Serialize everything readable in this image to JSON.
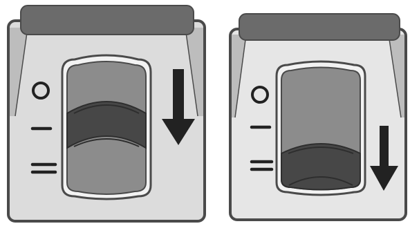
{
  "panels": [
    {
      "id": "left",
      "setting_marks": [
        "circle",
        "single-dash",
        "double-dash"
      ],
      "slider_state": "middle",
      "arrow_direction": "down"
    },
    {
      "id": "right",
      "setting_marks": [
        "circle",
        "single-dash",
        "double-dash"
      ],
      "slider_state": "bottom",
      "arrow_direction": "down"
    }
  ],
  "colors": {
    "outline": "#4a4a4a",
    "housing_fill": "#dcdcdc",
    "panel_fill": "#e6e6e6",
    "bezel_dark": "#6e6e6e",
    "window_fill": "#8c8c8c",
    "slider_dark": "#474747",
    "marks": "#222222"
  }
}
